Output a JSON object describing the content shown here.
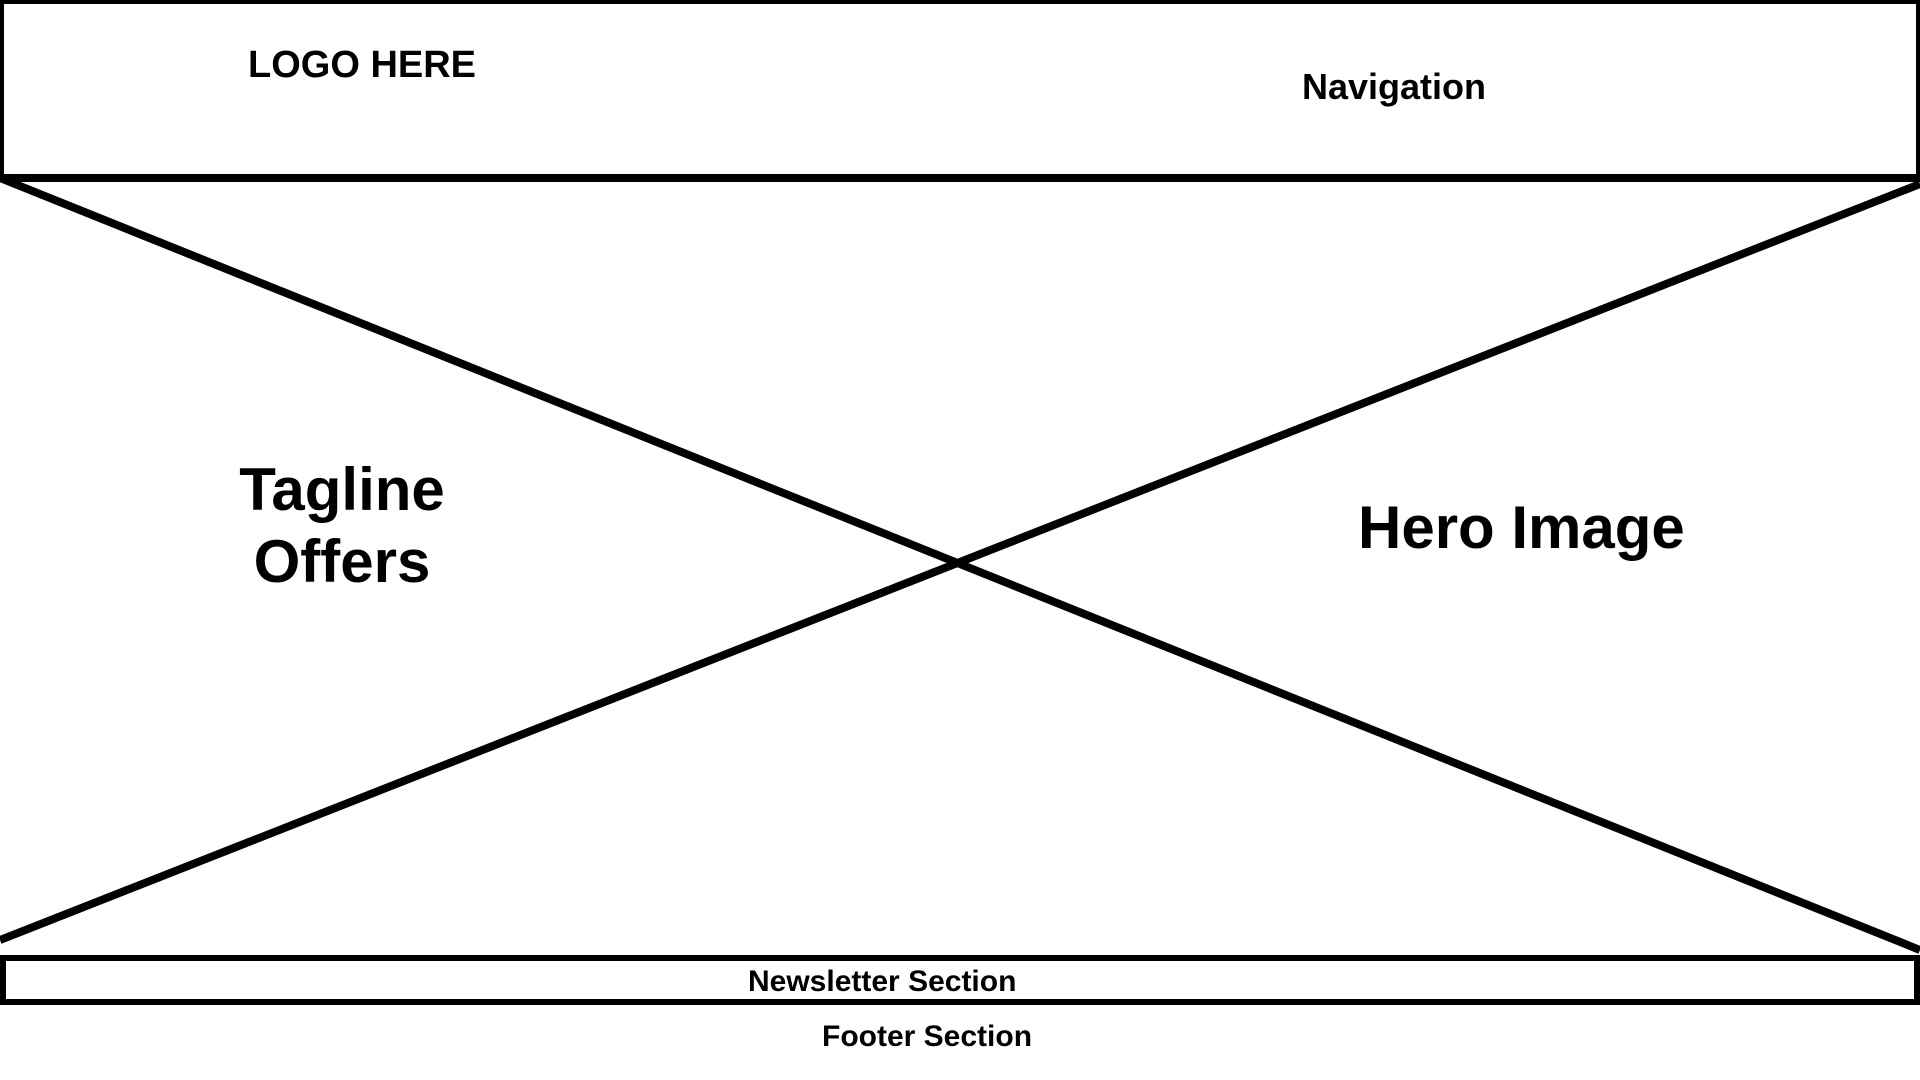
{
  "header": {
    "logo_label": "LOGO HERE",
    "navigation_label": "Navigation"
  },
  "hero": {
    "tagline_line1": "Tagline",
    "tagline_line2": "Offers",
    "image_label": "Hero Image"
  },
  "newsletter": {
    "label": "Newsletter Section"
  },
  "footer": {
    "label": "Footer Section"
  },
  "colors": {
    "stroke": "#000000",
    "background": "#ffffff"
  }
}
